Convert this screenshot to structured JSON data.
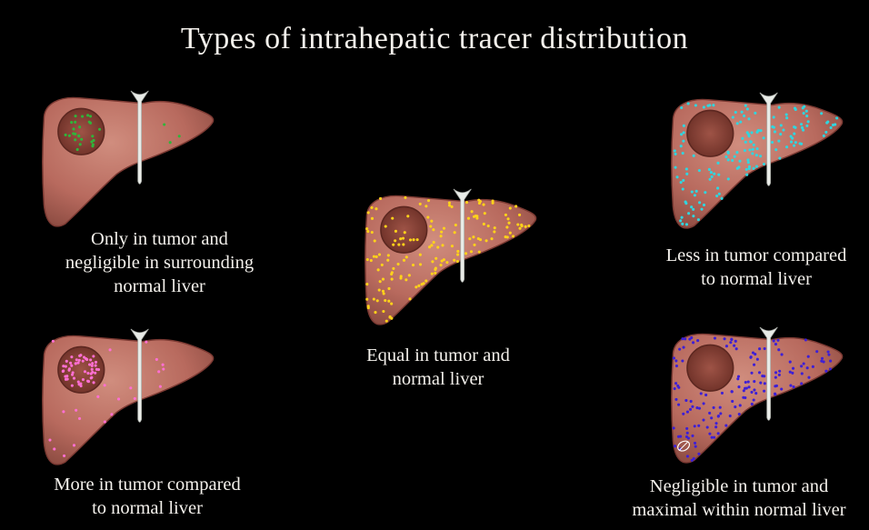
{
  "title": "Types of intrahepatic tracer distribution",
  "colors": {
    "background": "#000000",
    "text": "#f4f1ec",
    "liver_fill": "#b86a5e",
    "liver_edge": "#7c3a33",
    "tumor_fill": "#8c4339",
    "vessel": "#e9ece8"
  },
  "panels": [
    {
      "id": "tumor-only",
      "dot_color": "#2fb53a",
      "distribution": "tumor only",
      "caption": [
        "Only in tumor and",
        "negligible in surrounding",
        "normal liver"
      ]
    },
    {
      "id": "more-in-tumor",
      "dot_color": "#ff6fd3",
      "distribution": "more in tumor",
      "caption": [
        "More in tumor compared",
        "to normal liver"
      ]
    },
    {
      "id": "equal",
      "dot_color": "#ffd21a",
      "distribution": "equal",
      "caption": [
        "Equal in tumor and",
        "normal liver"
      ]
    },
    {
      "id": "less-in-tumor",
      "dot_color": "#2fd6e0",
      "distribution": "less in tumor",
      "caption": [
        "Less in tumor compared",
        "to normal liver"
      ]
    },
    {
      "id": "negligible-in-tumor",
      "dot_color": "#3d1fd6",
      "distribution": "normal liver only",
      "caption": [
        "Negligible in tumor and",
        "maximal within normal liver"
      ]
    }
  ]
}
